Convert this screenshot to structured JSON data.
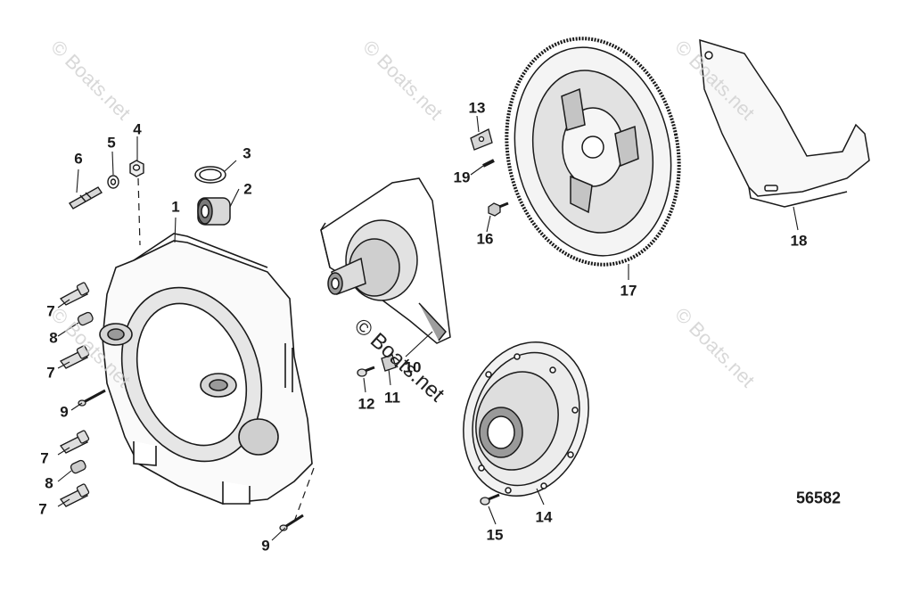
{
  "diagram": {
    "figure_id": "56582",
    "watermark": "© Boats.net",
    "callouts": [
      "1",
      "2",
      "3",
      "4",
      "5",
      "6",
      "7",
      "7",
      "7",
      "7",
      "8",
      "8",
      "9",
      "9",
      "10",
      "11",
      "12",
      "13",
      "14",
      "15",
      "16",
      "17",
      "18",
      "19"
    ]
  },
  "colors": {
    "line": "#1a1a1a",
    "shade": "#bdbdbd",
    "light_shade": "#e6e6e6",
    "watermark": "#cfcfcf"
  }
}
